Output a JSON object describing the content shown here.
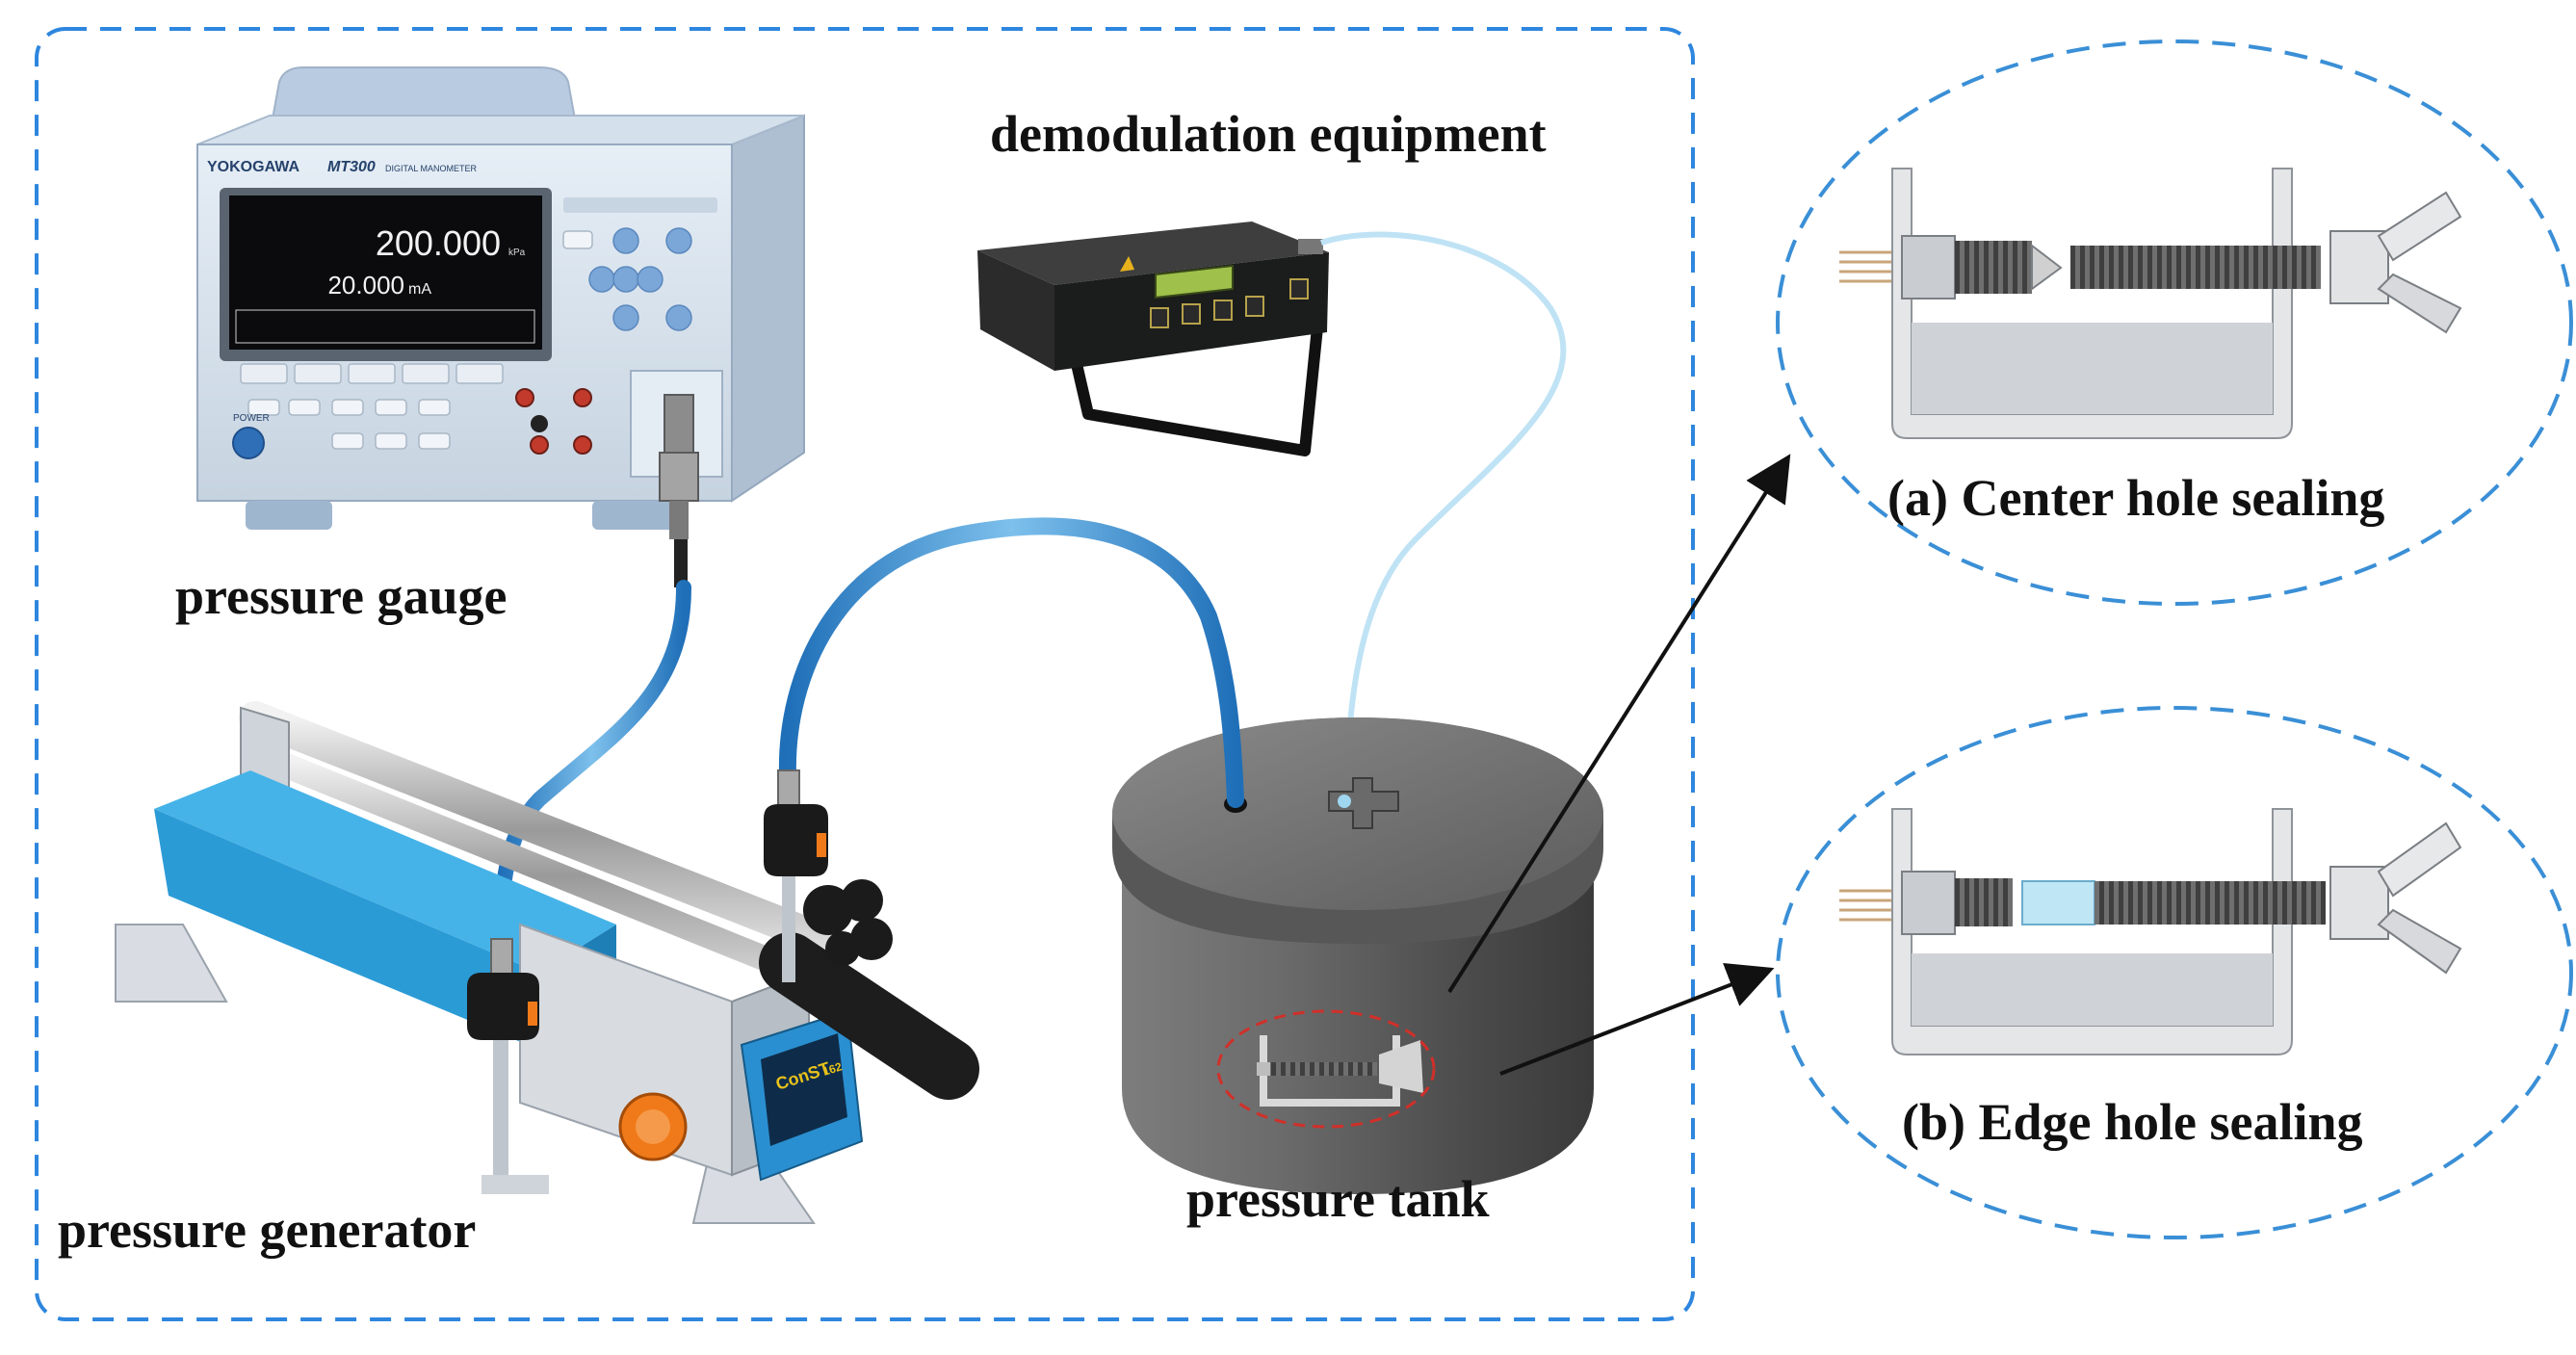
{
  "labels": {
    "pressure_gauge": "pressure gauge",
    "demodulation_equipment": "demodulation equipment",
    "pressure_generator": "pressure generator",
    "pressure_tank": "pressure tank",
    "center_hole_sealing": "(a) Center hole sealing",
    "edge_hole_sealing": "(b) Edge hole sealing"
  },
  "gauge": {
    "brand": "YOKOGAWA",
    "model": "MT300",
    "subtitle": "DIGITAL MANOMETER",
    "reading_primary": "200.000",
    "reading_primary_unit": "kPa",
    "reading_secondary": "20.000",
    "reading_secondary_unit": "mA",
    "power_label": "POWER"
  },
  "generator": {
    "brand": "ConST",
    "model": "162"
  },
  "colors": {
    "frame_dashed": "#2e86de",
    "detail_dashed": "#3a8fd6",
    "tank_highlight": "#d0302a",
    "generator_blue": "#36a9e1",
    "knob_orange": "#f07a1a",
    "tube_blue": "#2f7fc6",
    "fiber_light": "#bfe3f5",
    "arrow": "#111111"
  },
  "icons": {
    "gauge": "digital-manometer-icon",
    "demodulator": "demodulator-device-icon",
    "generator": "hand-pump-icon",
    "tank": "pressure-tank-icon",
    "clamp": "sealing-clamp-icon"
  }
}
